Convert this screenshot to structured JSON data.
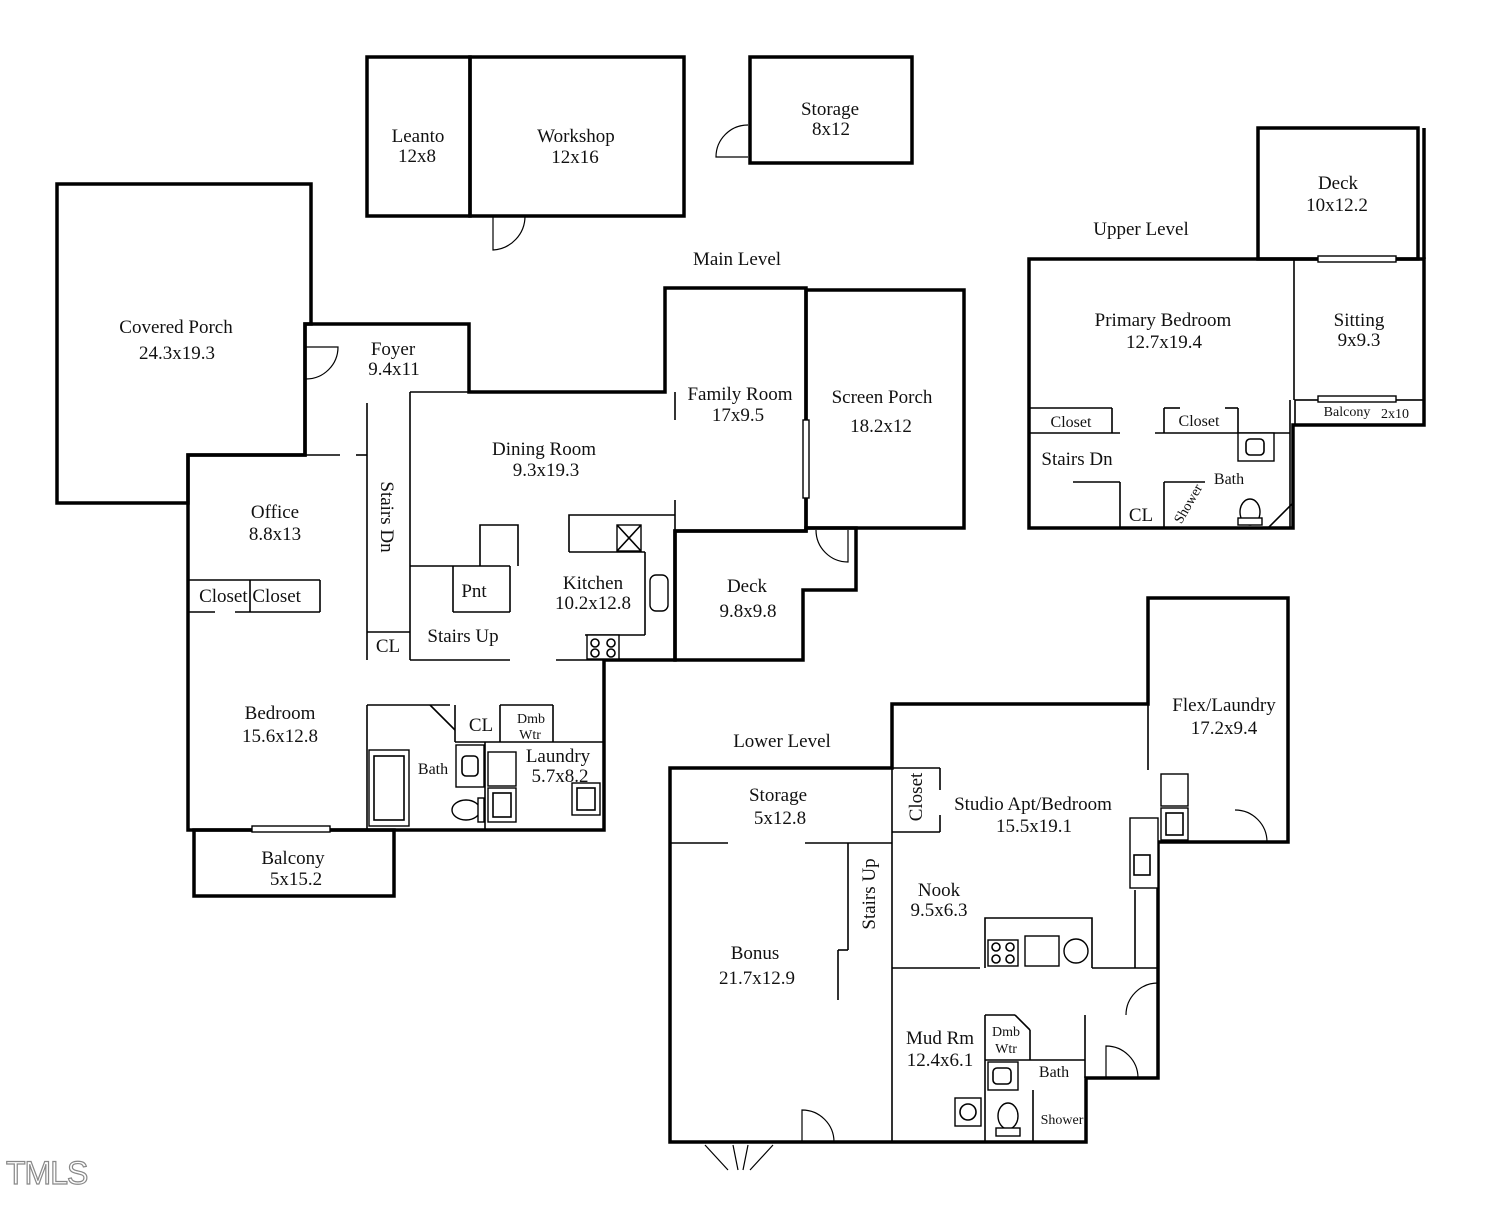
{
  "colors": {
    "porch": "#e8dcd6",
    "workshop": "#e6e6f4",
    "deck": "#e6e3d3",
    "screen_porch": "#dfe2e8",
    "balcony": "#e8dcd6",
    "floor": "#f7f7f7"
  },
  "levels": {
    "main": "Main Level",
    "upper": "Upper Level",
    "lower": "Lower Level"
  },
  "rooms": {
    "leanto": {
      "name": "Leanto",
      "size": "12x8"
    },
    "workshop": {
      "name": "Workshop",
      "size": "12x16"
    },
    "storage_out": {
      "name": "Storage",
      "size": "8x12"
    },
    "covered_porch": {
      "name": "Covered Porch",
      "size": "24.3x19.3"
    },
    "foyer": {
      "name": "Foyer",
      "size": "9.4x11"
    },
    "family_room": {
      "name": "Family Room",
      "size": "17x9.5"
    },
    "screen_porch": {
      "name": "Screen Porch",
      "size": "18.2x12"
    },
    "dining_room": {
      "name": "Dining Room",
      "size": "9.3x19.3"
    },
    "office": {
      "name": "Office",
      "size": "8.8x13"
    },
    "stairs_dn_main": {
      "name": "Stairs Dn"
    },
    "kitchen": {
      "name": "Kitchen",
      "size": "10.2x12.8"
    },
    "pantry": {
      "name": "Pnt"
    },
    "main_deck": {
      "name": "Deck",
      "size": "9.8x9.8"
    },
    "closets_main": {
      "name": "Closet Closet"
    },
    "cl_main_1": {
      "name": "CL"
    },
    "stairs_up_main": {
      "name": "Stairs Up"
    },
    "bedroom": {
      "name": "Bedroom",
      "size": "15.6x12.8"
    },
    "cl_main_2": {
      "name": "CL"
    },
    "dmb_wtr_main": {
      "line1": "Dmb",
      "line2": "Wtr"
    },
    "laundry": {
      "name": "Laundry",
      "size": "5.7x8.2"
    },
    "bath_main": {
      "name": "Bath"
    },
    "balcony_main": {
      "name": "Balcony",
      "size": "5x15.2"
    },
    "upper_deck": {
      "name": "Deck",
      "size": "10x12.2"
    },
    "primary_bedroom": {
      "name": "Primary Bedroom",
      "size": "12.7x19.4"
    },
    "sitting": {
      "name": "Sitting",
      "size": "9x9.3"
    },
    "balcony_upper": {
      "name": "Balcony",
      "size": "2x10"
    },
    "closet_u1": {
      "name": "Closet"
    },
    "closet_u2": {
      "name": "Closet"
    },
    "stairs_dn_upper": {
      "name": "Stairs Dn"
    },
    "bath_upper": {
      "name": "Bath"
    },
    "shower_upper": {
      "name": "Shower"
    },
    "cl_upper": {
      "name": "CL"
    },
    "flex_laundry": {
      "name": "Flex/Laundry",
      "size": "17.2x9.4"
    },
    "storage_lower": {
      "name": "Storage",
      "size": "5x12.8"
    },
    "closet_lower": {
      "name": "Closet"
    },
    "studio": {
      "name": "Studio Apt/Bedroom",
      "size": "15.5x19.1"
    },
    "stairs_up_lower": {
      "name": "Stairs Up"
    },
    "nook": {
      "name": "Nook",
      "size": "9.5x6.3"
    },
    "bonus": {
      "name": "Bonus",
      "size": "21.7x12.9"
    },
    "mud_room": {
      "name": "Mud Rm",
      "size": "12.4x6.1"
    },
    "dmb_wtr_lower": {
      "line1": "Dmb",
      "line2": "Wtr"
    },
    "bath_lower": {
      "name": "Bath"
    },
    "shower_lower": {
      "name": "Shower"
    }
  },
  "logo": "TMLS"
}
